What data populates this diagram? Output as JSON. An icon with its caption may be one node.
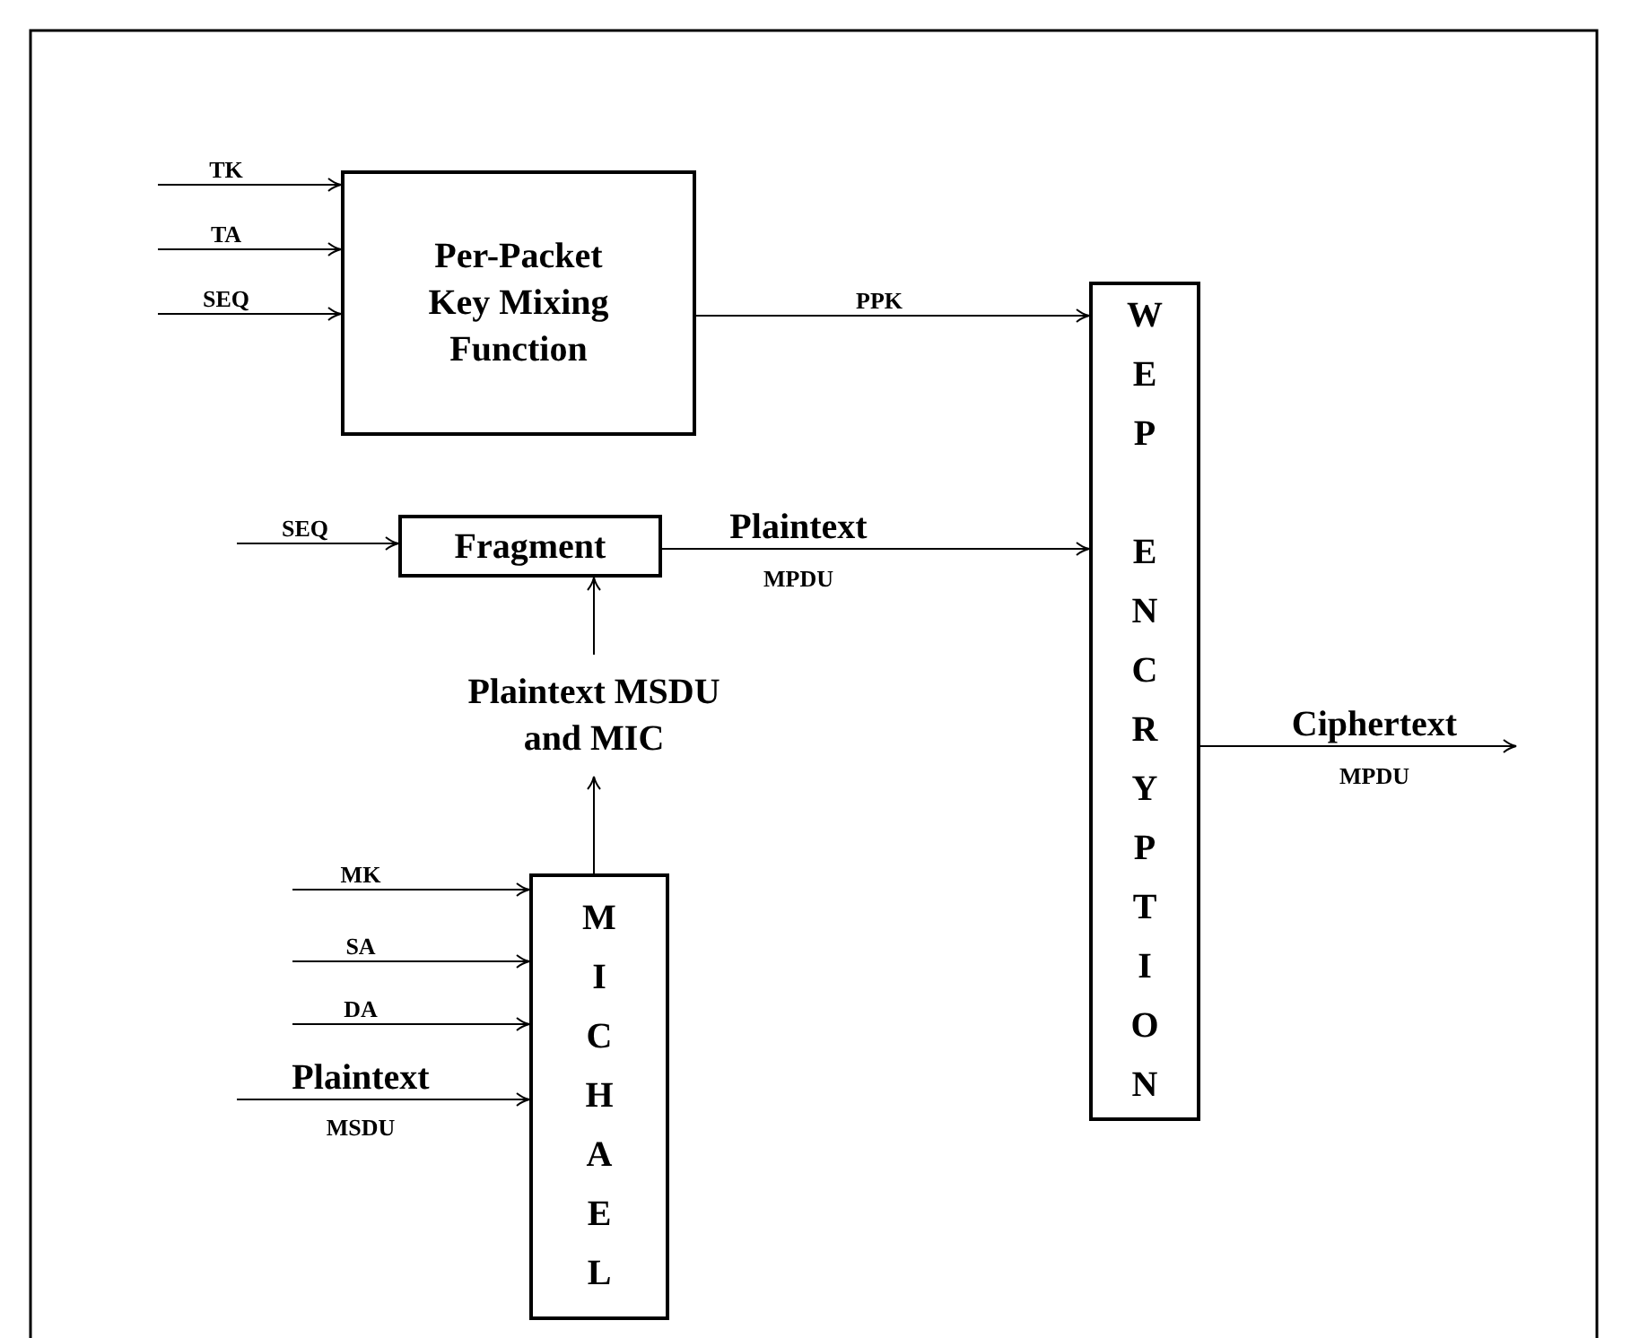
{
  "diagram": {
    "nodes": [
      {
        "text": [
          "Per-Packet Key Mixing Function"
        ]
      },
      {
        "text": [
          "WEP ENCRYPTION"
        ]
      },
      {
        "text": [
          "Fragment"
        ]
      },
      {
        "text": [
          "Plaintext MSDU and MIC"
        ]
      },
      {
        "text": [
          "MICHAEL"
        ]
      }
    ],
    "edges": [
      {
        "from": null,
        "to": 0,
        "arrow": "to",
        "label": "TK"
      },
      {
        "from": null,
        "to": 0,
        "arrow": "to",
        "label": "TA"
      },
      {
        "from": null,
        "to": 0,
        "arrow": "to",
        "label": "SEQ"
      },
      {
        "from": 0,
        "to": 1,
        "arrow": "to",
        "label": "PPK"
      },
      {
        "from": null,
        "to": 2,
        "arrow": "to",
        "label": "SEQ"
      },
      {
        "from": 2,
        "to": 1,
        "arrow": "to",
        "label": "Plaintext"
      },
      {
        "from": 4,
        "to": 3,
        "arrow": "to"
      },
      {
        "from": 3,
        "to": 2,
        "arrow": "to"
      },
      {
        "from": null,
        "to": 4,
        "arrow": "to",
        "label": "MK"
      },
      {
        "from": null,
        "to": 4,
        "arrow": "to",
        "label": "SA"
      },
      {
        "from": null,
        "to": 4,
        "arrow": "to",
        "label": "DA"
      },
      {
        "from": null,
        "to": 4,
        "arrow": "to",
        "label": "Plaintext"
      },
      {
        "from": 1,
        "to": null,
        "arrow": "to",
        "label": "Ciphertext"
      }
    ],
    "labels": [
      "MPDU",
      "MPDU",
      "MSDU"
    ]
  }
}
